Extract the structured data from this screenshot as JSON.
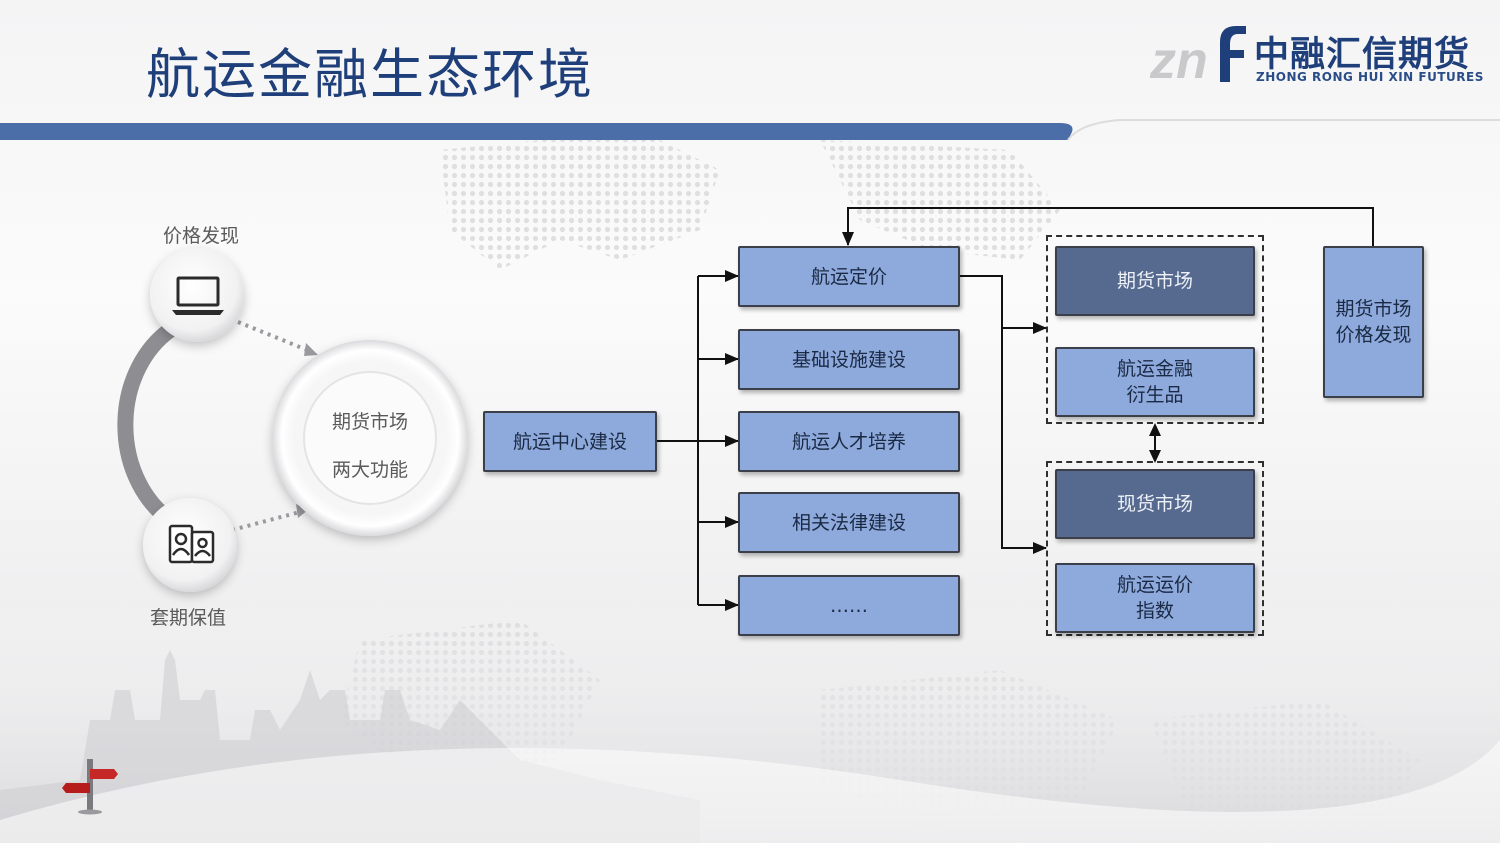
{
  "header": {
    "title": "航运金融生态环境",
    "logo": {
      "cn_name": "中融汇信期货",
      "en_name": "ZHONG RONG HUI XIN FUTURES"
    }
  },
  "left_panel": {
    "top_label": "价格发现",
    "bottom_label": "套期保值",
    "center_line1": "期货市场",
    "center_line2": "两大功能",
    "top_icon": "laptop-icon",
    "bottom_icon": "id-cards-icon"
  },
  "flowchart": {
    "root": "航运中心建设",
    "branches": [
      "航运定价",
      "基础设施建设",
      "航运人才培养",
      "相关法律建设",
      "……"
    ],
    "group_upper": {
      "dark_box": "期货市场",
      "light_box_line1": "航运金融",
      "light_box_line2": "衍生品"
    },
    "group_lower": {
      "dark_box": "现货市场",
      "light_box_line1": "航运运价",
      "light_box_line2": "指数"
    },
    "feedback_box_line1": "期货市场",
    "feedback_box_line2": "价格发现"
  },
  "colors": {
    "title": "#1f3f7a",
    "header_bar": "#4c6ea8",
    "box_light": "#8eaadc",
    "box_dark": "#56698f"
  }
}
